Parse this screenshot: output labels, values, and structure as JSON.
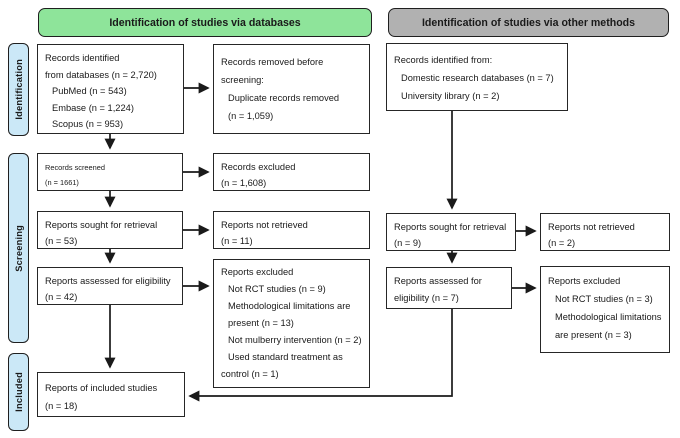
{
  "headers": {
    "databases": "Identification of studies via databases",
    "other_methods": "Identification of studies via other methods"
  },
  "sidebar": {
    "identification": "Identification",
    "screening": "Screening",
    "included": "Included"
  },
  "colors": {
    "header_green": "#8ee49a",
    "header_grey": "#b1b1b1",
    "stage_blue": "#cbe8f7",
    "box_border": "#262626",
    "arrow": "#1a1a1a"
  },
  "boxes": {
    "records_identified_db": {
      "lines": [
        "Records identified",
        "from databases (n = 2,720)",
        "PubMed (n = 543)",
        "Embase (n = 1,224)",
        "Scopus (n = 953)"
      ]
    },
    "records_removed": {
      "lines": [
        "Records removed before",
        "screening:",
        "Duplicate records removed",
        "(n = 1,059)"
      ]
    },
    "records_screened": {
      "lines": [
        "Records screened",
        "(n = 1661)"
      ]
    },
    "records_excluded": {
      "lines": [
        "Records excluded",
        "(n = 1,608)"
      ]
    },
    "reports_sought_db": {
      "lines": [
        "Reports sought for retrieval",
        "(n = 53)"
      ]
    },
    "reports_not_retrieved_db": {
      "lines": [
        "Reports not retrieved",
        "(n = 11)"
      ]
    },
    "reports_assessed_db": {
      "lines": [
        "Reports assessed for eligibility",
        "(n = 42)"
      ]
    },
    "reports_excluded_db": {
      "lines": [
        "Reports excluded",
        "Not RCT studies (n = 9)",
        "Methodological limitations are",
        "present (n = 13)",
        "Not mulberry intervention (n = 2)",
        "Used standard treatment as",
        "control (n = 1)"
      ]
    },
    "reports_included": {
      "lines": [
        "Reports of included studies",
        "(n = 18)"
      ]
    },
    "records_identified_other": {
      "lines": [
        "Records identified from:",
        "Domestic research databases (n = 7)",
        "University library (n = 2)"
      ]
    },
    "reports_sought_other": {
      "lines": [
        "Reports sought for retrieval",
        "(n = 9)"
      ]
    },
    "reports_not_retrieved_other": {
      "lines": [
        "Reports not retrieved",
        "(n = 2)"
      ]
    },
    "reports_assessed_other": {
      "lines": [
        "Reports assessed for",
        "eligibility (n = 7)"
      ]
    },
    "reports_excluded_other": {
      "lines": [
        "Reports excluded",
        "Not RCT studies (n = 3)",
        "Methodological limitations",
        "are present (n = 3)"
      ]
    }
  }
}
